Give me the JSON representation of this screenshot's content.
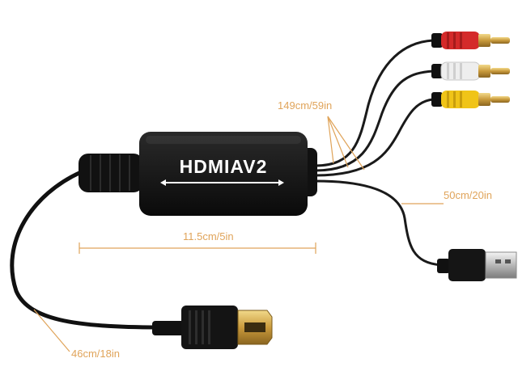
{
  "product": {
    "brand_label": "HDMIAV2"
  },
  "dimensions": {
    "rca_cable": "149cm/59in",
    "usb_cable": "50cm/20in",
    "box_length": "11.5cm/5in",
    "hdmi_cable": "46cm/18in"
  },
  "colors": {
    "label": "#e0a45a",
    "housing": "#141414",
    "rca_red": "#d42a2a",
    "rca_white": "#eeeeee",
    "rca_yellow": "#f0c418",
    "gold": "#d8b25a"
  }
}
